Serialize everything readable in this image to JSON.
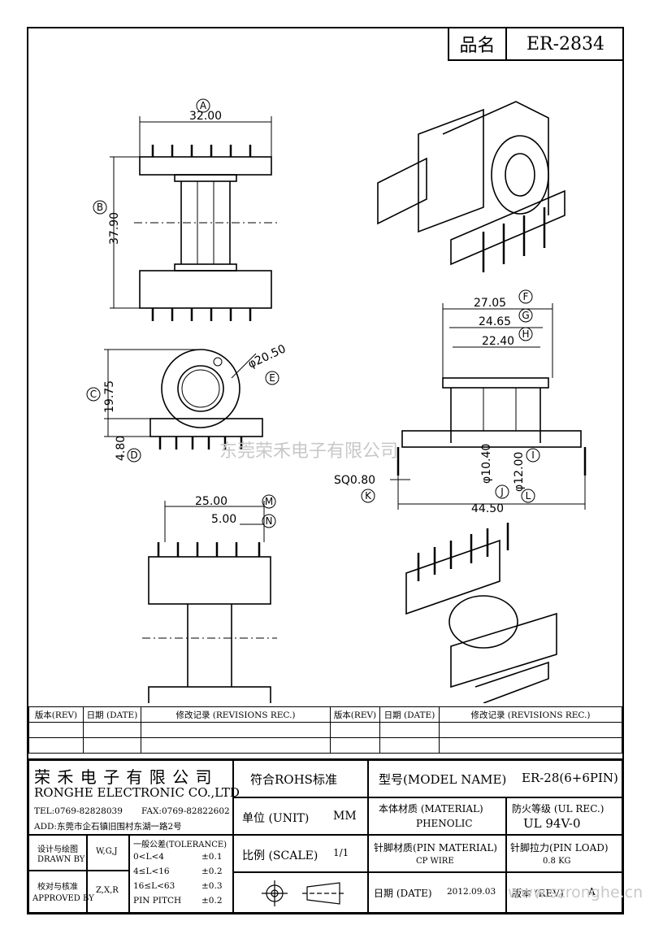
{
  "header": {
    "product_name_label": "品名",
    "product_name_value": "ER-2834"
  },
  "dimensions": {
    "A": "32.00",
    "B": "37.90",
    "C": "19.75",
    "D": "4.80",
    "E": "φ20.50",
    "F": "27.05",
    "G": "24.65",
    "H": "22.40",
    "I": "φ12.00",
    "J": "φ10.40",
    "K": "SQ0.80",
    "L": "44.50",
    "M": "25.00",
    "N": "5.00"
  },
  "dimension_letters": [
    "A",
    "B",
    "C",
    "D",
    "E",
    "F",
    "G",
    "H",
    "I",
    "J",
    "K",
    "L",
    "M",
    "N"
  ],
  "watermark": {
    "center": "东莞荣禾电子有限公司",
    "corner": "www.szronghe.cn"
  },
  "revision_table": {
    "headers": [
      "版本(REV)",
      "日期 (DATE)",
      "修改记录 (REVISIONS REC.)",
      "版本(REV)",
      "日期 (DATE)",
      "修改记录 (REVISIONS REC.)"
    ]
  },
  "title_block": {
    "company_cn": "荣 禾 电 子 有 限 公 司",
    "company_en": "RONGHE ELECTRONIC CO.,LTD",
    "tel": "TEL:0769-82828039",
    "fax": "FAX:0769-82822602",
    "address": "ADD:东莞市企石镇旧围村东湖一路2号",
    "rohs": "符合ROHS标准",
    "model_label": "型号(MODEL NAME)",
    "model_value": "ER-28(6+6PIN)",
    "unit_label": "单位 (UNIT)",
    "unit_value": "MM",
    "material_label": "本体材质 (MATERIAL)",
    "material_value": "PHENOLIC",
    "flame_label": "防火等级 (UL REC.)",
    "flame_value": "UL 94V-0",
    "designed_label_cn": "设计与绘图",
    "designed_label_en": "DRAWN BY",
    "designed_value": "W,G,J",
    "approved_label_cn": "校对与核准",
    "approved_label_en": "APPROVED BY",
    "approved_value": "Z,X,R",
    "tolerance_title": "一般公差(TOLERANCE)",
    "tolerance_rows": [
      {
        "range": "0<L<4",
        "value": "±0.1"
      },
      {
        "range": "4≤L<16",
        "value": "±0.2"
      },
      {
        "range": "16≤L<63",
        "value": "±0.3"
      },
      {
        "range": "PIN PITCH",
        "value": "±0.2"
      }
    ],
    "scale_label": "比例 (SCALE)",
    "scale_value": "1/1",
    "pin_material_label": "针脚材质(PIN MATERIAL)",
    "pin_material_value": "CP WIRE",
    "pin_load_label": "针脚拉力(PIN LOAD)",
    "pin_load_value": "0.8 KG",
    "date_label": "日期 (DATE)",
    "date_value": "2012.09.03",
    "rev_label": "版本 (REV)",
    "rev_value": "A"
  }
}
